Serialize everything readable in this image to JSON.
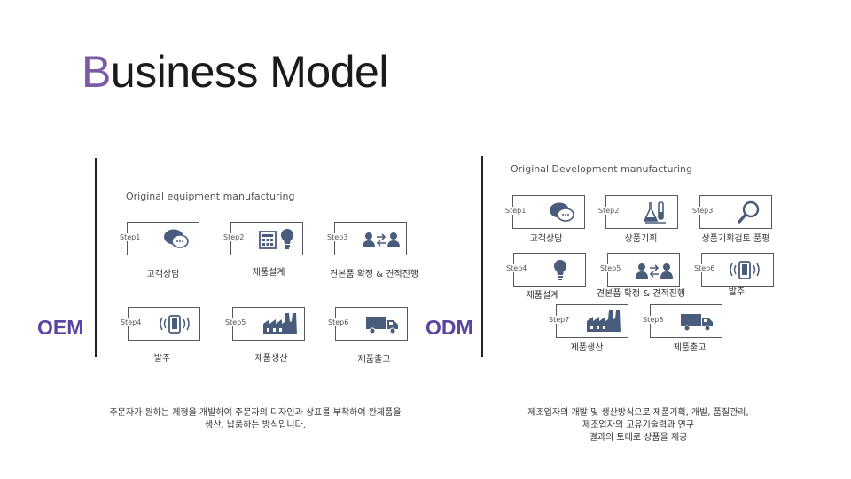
{
  "title": {
    "first_letter": "B",
    "rest": "usiness Model"
  },
  "oem": {
    "label": "OEM",
    "subtitle": "Original equipment manufacturing",
    "steps": [
      {
        "step": "Step1",
        "caption": "고객상담",
        "icon": "chat-bubbles-icon"
      },
      {
        "step": "Step2",
        "caption": "제품설계",
        "icon": "calculator-bulb-icon"
      },
      {
        "step": "Step3",
        "caption": "견본품 확정 & 견적진행",
        "icon": "people-exchange-icon"
      },
      {
        "step": "Step4",
        "caption": "발주",
        "icon": "phone-vibrate-icon"
      },
      {
        "step": "Step5",
        "caption": "제품생산",
        "icon": "factory-icon"
      },
      {
        "step": "Step6",
        "caption": "제품출고",
        "icon": "truck-icon"
      }
    ],
    "description": [
      "주문자가 원하는 제형을 개발하여 주문자의 디자인과 상표를 부착하여 완제품을",
      "생산, 납품하는 방식입니다."
    ]
  },
  "odm": {
    "label": "ODM",
    "subtitle": "Original Development manufacturing",
    "steps": [
      {
        "step": "Step1",
        "caption": "고객상담",
        "icon": "chat-bubbles-icon"
      },
      {
        "step": "Step2",
        "caption": "상품기획",
        "icon": "lab-flask-icon"
      },
      {
        "step": "Step3",
        "caption": "상품기획검토 품평",
        "icon": "magnifier-icon"
      },
      {
        "step": "Step4",
        "caption": "제품설계",
        "icon": "lightbulb-icon"
      },
      {
        "step": "Step5",
        "caption": "견본품 확정 & 견적진행",
        "icon": "people-exchange-icon"
      },
      {
        "step": "Step6",
        "caption": "발주",
        "icon": "phone-vibrate-icon"
      },
      {
        "step": "Step7",
        "caption": "제품생산",
        "icon": "factory-icon"
      },
      {
        "step": "Step8",
        "caption": "제품출고",
        "icon": "truck-icon"
      }
    ],
    "description": [
      "제조업자의 개발 및 생산방식으로 제품기획, 개발, 품질관리,",
      "제조업자의 고유기술력과 연구",
      "결과의 토대로 상품을 제공"
    ]
  },
  "colors": {
    "accent": "#7b5aa6",
    "label": "#5b45a3",
    "icon": "#4a5c7c",
    "box_border": "#55595f"
  }
}
